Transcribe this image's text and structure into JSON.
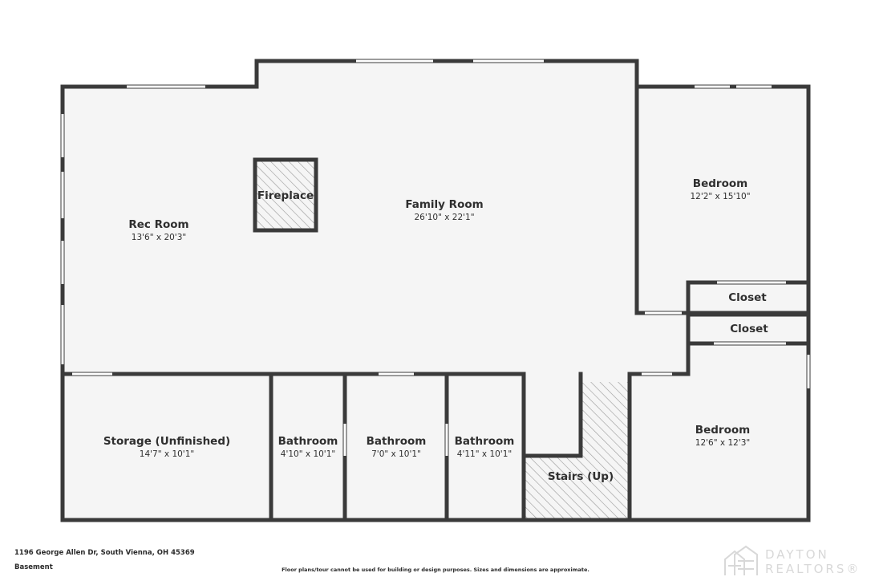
{
  "rooms": {
    "rec_room": {
      "name": "Rec Room",
      "dims": "13'6\" x 20'3\""
    },
    "family_room": {
      "name": "Family Room",
      "dims": "26'10\" x 22'1\""
    },
    "fireplace": {
      "name": "Fireplace"
    },
    "bedroom_1": {
      "name": "Bedroom",
      "dims": "12'2\" x 15'10\""
    },
    "closet_1": {
      "name": "Closet"
    },
    "closet_2": {
      "name": "Closet"
    },
    "bedroom_2": {
      "name": "Bedroom",
      "dims": "12'6\" x 12'3\""
    },
    "storage": {
      "name": "Storage (Unfinished)",
      "dims": "14'7\" x 10'1\""
    },
    "bathroom_1": {
      "name": "Bathroom",
      "dims": "4'10\" x 10'1\""
    },
    "bathroom_2": {
      "name": "Bathroom",
      "dims": "7'0\" x 10'1\""
    },
    "bathroom_3": {
      "name": "Bathroom",
      "dims": "4'11\" x 10'1\""
    },
    "stairs": {
      "name": "Stairs (Up)"
    }
  },
  "footer": {
    "address": "1196 George Allen Dr, South Vienna, OH 45369",
    "level": "Basement",
    "disclaimer": "Floor plans/tour cannot be used for building or design purposes. Sizes and dimensions are approximate."
  },
  "logo": {
    "line1": "DAYTON",
    "line2": "REALTORS®"
  },
  "colors": {
    "wall": "#3a3a3a",
    "floor": "#f5f5f5",
    "window": "#ffffff"
  }
}
